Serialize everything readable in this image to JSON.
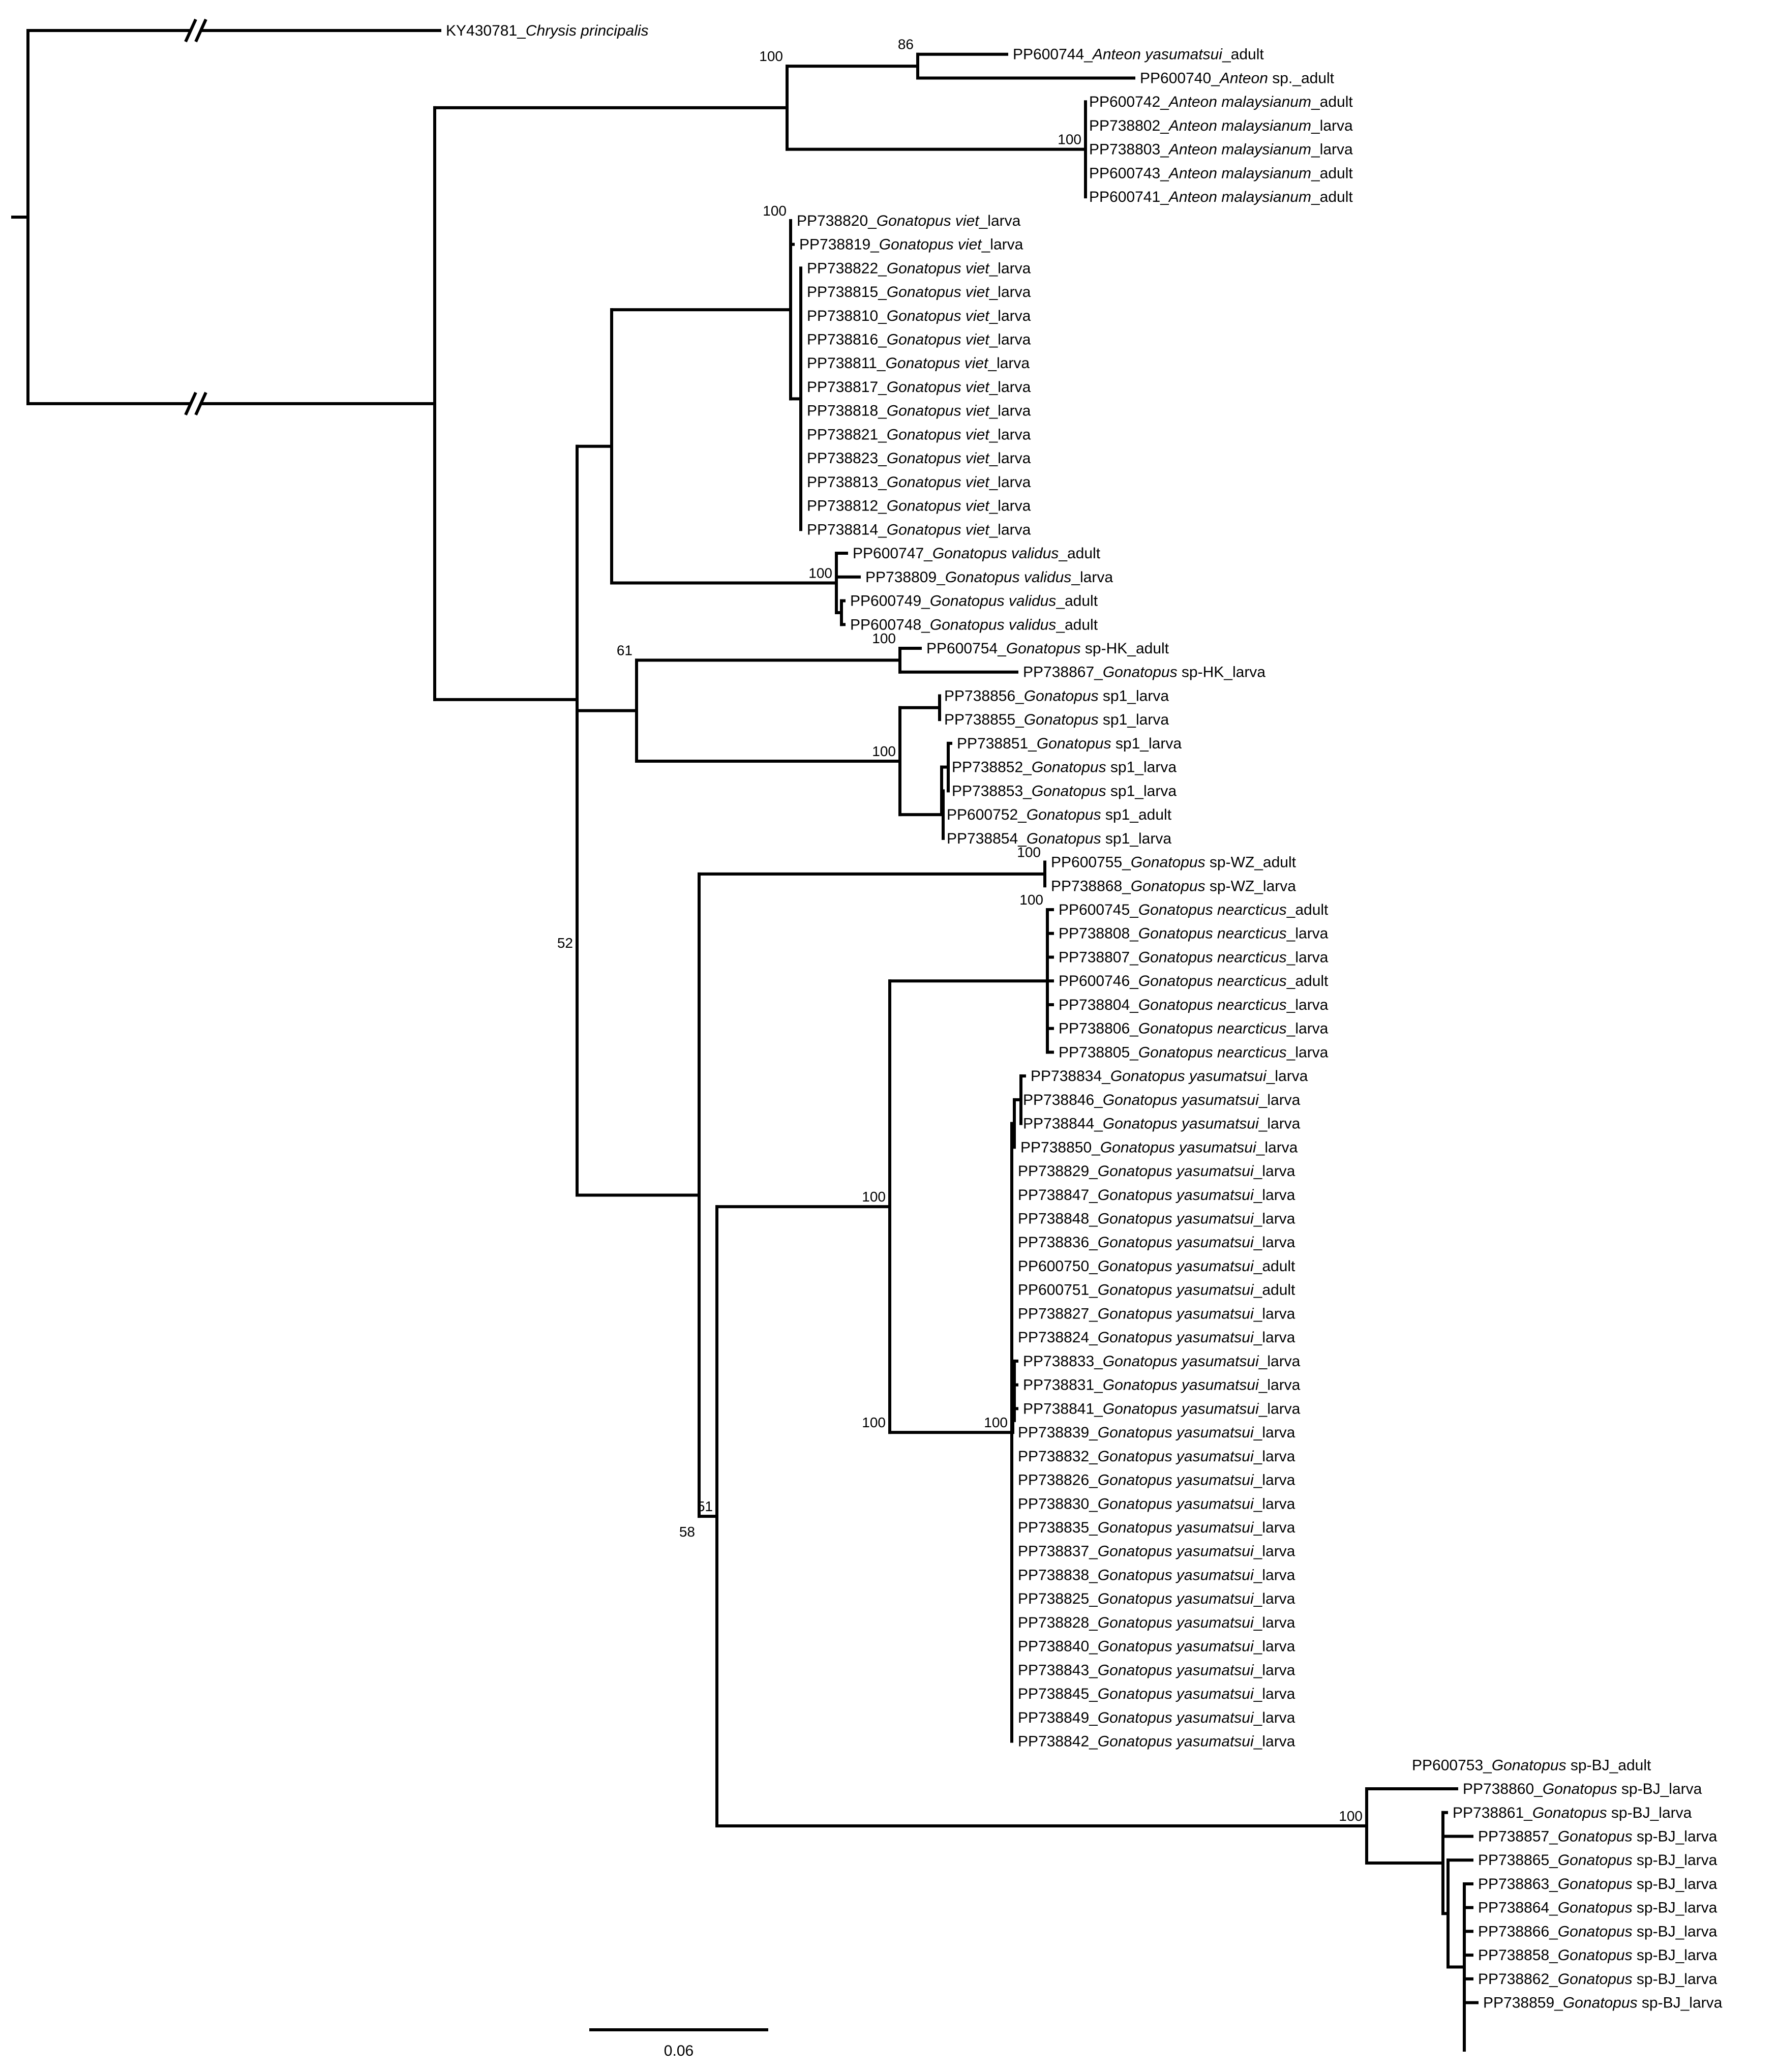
{
  "figure": {
    "scale_bar_label": "0.06",
    "line_color": "#000000"
  },
  "leaves": [
    {
      "id": "KY430781",
      "genus": "Chrysis",
      "epithet": "principalis",
      "suffix": ""
    },
    {
      "id": "PP600744",
      "genus": "Anteon",
      "epithet": "yasumatsui",
      "suffix": "_adult"
    },
    {
      "id": "PP600740",
      "genus": "Anteon",
      "epithet": "",
      "suffix": " sp._adult"
    },
    {
      "id": "PP600742",
      "genus": "Anteon",
      "epithet": "malaysianum",
      "suffix": "_adult"
    },
    {
      "id": "PP738802",
      "genus": "Anteon",
      "epithet": "malaysianum",
      "suffix": "_larva"
    },
    {
      "id": "PP738803",
      "genus": "Anteon",
      "epithet": "malaysianum",
      "suffix": "_larva"
    },
    {
      "id": "PP600743",
      "genus": "Anteon",
      "epithet": "malaysianum",
      "suffix": "_adult"
    },
    {
      "id": "PP600741",
      "genus": "Anteon",
      "epithet": "malaysianum",
      "suffix": "_adult"
    },
    {
      "id": "PP738820",
      "genus": "Gonatopus",
      "epithet": "viet",
      "suffix": "_larva"
    },
    {
      "id": "PP738819",
      "genus": "Gonatopus",
      "epithet": "viet",
      "suffix": "_larva"
    },
    {
      "id": "PP738822",
      "genus": "Gonatopus",
      "epithet": "viet",
      "suffix": "_larva"
    },
    {
      "id": "PP738815",
      "genus": "Gonatopus",
      "epithet": "viet",
      "suffix": "_larva"
    },
    {
      "id": "PP738810",
      "genus": "Gonatopus",
      "epithet": "viet",
      "suffix": "_larva"
    },
    {
      "id": "PP738816",
      "genus": "Gonatopus",
      "epithet": "viet",
      "suffix": "_larva"
    },
    {
      "id": "PP738811",
      "genus": "Gonatopus",
      "epithet": "viet",
      "suffix": "_larva"
    },
    {
      "id": "PP738817",
      "genus": "Gonatopus",
      "epithet": "viet",
      "suffix": "_larva"
    },
    {
      "id": "PP738818",
      "genus": "Gonatopus",
      "epithet": "viet",
      "suffix": "_larva"
    },
    {
      "id": "PP738821",
      "genus": "Gonatopus",
      "epithet": "viet",
      "suffix": "_larva"
    },
    {
      "id": "PP738823",
      "genus": "Gonatopus",
      "epithet": "viet",
      "suffix": "_larva"
    },
    {
      "id": "PP738813",
      "genus": "Gonatopus",
      "epithet": "viet",
      "suffix": "_larva"
    },
    {
      "id": "PP738812",
      "genus": "Gonatopus",
      "epithet": "viet",
      "suffix": "_larva"
    },
    {
      "id": "PP738814",
      "genus": "Gonatopus",
      "epithet": "viet",
      "suffix": "_larva"
    },
    {
      "id": "PP600747",
      "genus": "Gonatopus",
      "epithet": "validus",
      "suffix": "_adult"
    },
    {
      "id": "PP738809",
      "genus": "Gonatopus",
      "epithet": "validus",
      "suffix": "_larva"
    },
    {
      "id": "PP600749",
      "genus": "Gonatopus",
      "epithet": "validus",
      "suffix": "_adult"
    },
    {
      "id": "PP600748",
      "genus": "Gonatopus",
      "epithet": "validus",
      "suffix": "_adult"
    },
    {
      "id": "PP600754",
      "genus": "Gonatopus",
      "epithet": "",
      "suffix": " sp-HK_adult"
    },
    {
      "id": "PP738867",
      "genus": "Gonatopus",
      "epithet": "",
      "suffix": " sp-HK_larva"
    },
    {
      "id": "PP738856",
      "genus": "Gonatopus",
      "epithet": "",
      "suffix": " sp1_larva"
    },
    {
      "id": "PP738855",
      "genus": "Gonatopus",
      "epithet": "",
      "suffix": " sp1_larva"
    },
    {
      "id": "PP738851",
      "genus": "Gonatopus",
      "epithet": "",
      "suffix": " sp1_larva"
    },
    {
      "id": "PP738852",
      "genus": "Gonatopus",
      "epithet": "",
      "suffix": " sp1_larva"
    },
    {
      "id": "PP738853",
      "genus": "Gonatopus",
      "epithet": "",
      "suffix": " sp1_larva"
    },
    {
      "id": "PP600752",
      "genus": "Gonatopus",
      "epithet": "",
      "suffix": " sp1_adult"
    },
    {
      "id": "PP738854",
      "genus": "Gonatopus",
      "epithet": "",
      "suffix": " sp1_larva"
    },
    {
      "id": "PP600755",
      "genus": "Gonatopus",
      "epithet": "",
      "suffix": " sp-WZ_adult"
    },
    {
      "id": "PP738868",
      "genus": "Gonatopus",
      "epithet": "",
      "suffix": " sp-WZ_larva"
    },
    {
      "id": "PP600745",
      "genus": "Gonatopus",
      "epithet": "nearcticus",
      "suffix": "_adult"
    },
    {
      "id": "PP738808",
      "genus": "Gonatopus",
      "epithet": "nearcticus",
      "suffix": "_larva"
    },
    {
      "id": "PP738807",
      "genus": "Gonatopus",
      "epithet": "nearcticus",
      "suffix": "_larva"
    },
    {
      "id": "PP600746",
      "genus": "Gonatopus",
      "epithet": "nearcticus",
      "suffix": "_adult"
    },
    {
      "id": "PP738804",
      "genus": "Gonatopus",
      "epithet": "nearcticus",
      "suffix": "_larva"
    },
    {
      "id": "PP738806",
      "genus": "Gonatopus",
      "epithet": "nearcticus",
      "suffix": "_larva"
    },
    {
      "id": "PP738805",
      "genus": "Gonatopus",
      "epithet": "nearcticus",
      "suffix": "_larva"
    },
    {
      "id": "PP738834",
      "genus": "Gonatopus",
      "epithet": "yasumatsui",
      "suffix": "_larva"
    },
    {
      "id": "PP738846",
      "genus": "Gonatopus",
      "epithet": "yasumatsui",
      "suffix": "_larva"
    },
    {
      "id": "PP738844",
      "genus": "Gonatopus",
      "epithet": "yasumatsui",
      "suffix": "_larva"
    },
    {
      "id": "PP738850",
      "genus": "Gonatopus",
      "epithet": "yasumatsui",
      "suffix": "_larva"
    },
    {
      "id": "PP738829",
      "genus": "Gonatopus",
      "epithet": "yasumatsui",
      "suffix": "_larva"
    },
    {
      "id": "PP738847",
      "genus": "Gonatopus",
      "epithet": "yasumatsui",
      "suffix": "_larva"
    },
    {
      "id": "PP738848",
      "genus": "Gonatopus",
      "epithet": "yasumatsui",
      "suffix": "_larva"
    },
    {
      "id": "PP738836",
      "genus": "Gonatopus",
      "epithet": "yasumatsui",
      "suffix": "_larva"
    },
    {
      "id": "PP600750",
      "genus": "Gonatopus",
      "epithet": "yasumatsui",
      "suffix": "_adult"
    },
    {
      "id": "PP600751",
      "genus": "Gonatopus",
      "epithet": "yasumatsui",
      "suffix": "_adult"
    },
    {
      "id": "PP738827",
      "genus": "Gonatopus",
      "epithet": "yasumatsui",
      "suffix": "_larva"
    },
    {
      "id": "PP738824",
      "genus": "Gonatopus",
      "epithet": "yasumatsui",
      "suffix": "_larva"
    },
    {
      "id": "PP738833",
      "genus": "Gonatopus",
      "epithet": "yasumatsui",
      "suffix": "_larva"
    },
    {
      "id": "PP738831",
      "genus": "Gonatopus",
      "epithet": "yasumatsui",
      "suffix": "_larva"
    },
    {
      "id": "PP738841",
      "genus": "Gonatopus",
      "epithet": "yasumatsui",
      "suffix": "_larva"
    },
    {
      "id": "PP738839",
      "genus": "Gonatopus",
      "epithet": "yasumatsui",
      "suffix": "_larva"
    },
    {
      "id": "PP738832",
      "genus": "Gonatopus",
      "epithet": "yasumatsui",
      "suffix": "_larva"
    },
    {
      "id": "PP738826",
      "genus": "Gonatopus",
      "epithet": "yasumatsui",
      "suffix": "_larva"
    },
    {
      "id": "PP738830",
      "genus": "Gonatopus",
      "epithet": "yasumatsui",
      "suffix": "_larva"
    },
    {
      "id": "PP738835",
      "genus": "Gonatopus",
      "epithet": "yasumatsui",
      "suffix": "_larva"
    },
    {
      "id": "PP738837",
      "genus": "Gonatopus",
      "epithet": "yasumatsui",
      "suffix": "_larva"
    },
    {
      "id": "PP738838",
      "genus": "Gonatopus",
      "epithet": "yasumatsui",
      "suffix": "_larva"
    },
    {
      "id": "PP738825",
      "genus": "Gonatopus",
      "epithet": "yasumatsui",
      "suffix": "_larva"
    },
    {
      "id": "PP738828",
      "genus": "Gonatopus",
      "epithet": "yasumatsui",
      "suffix": "_larva"
    },
    {
      "id": "PP738840",
      "genus": "Gonatopus",
      "epithet": "yasumatsui",
      "suffix": "_larva"
    },
    {
      "id": "PP738843",
      "genus": "Gonatopus",
      "epithet": "yasumatsui",
      "suffix": "_larva"
    },
    {
      "id": "PP738845",
      "genus": "Gonatopus",
      "epithet": "yasumatsui",
      "suffix": "_larva"
    },
    {
      "id": "PP738849",
      "genus": "Gonatopus",
      "epithet": "yasumatsui",
      "suffix": "_larva"
    },
    {
      "id": "PP738842",
      "genus": "Gonatopus",
      "epithet": "yasumatsui",
      "suffix": "_larva"
    },
    {
      "id": "PP600753",
      "genus": "Gonatopus",
      "epithet": "",
      "suffix": " sp-BJ_adult"
    },
    {
      "id": "PP738860",
      "genus": "Gonatopus",
      "epithet": "",
      "suffix": " sp-BJ_larva"
    },
    {
      "id": "PP738861",
      "genus": "Gonatopus",
      "epithet": "",
      "suffix": " sp-BJ_larva"
    },
    {
      "id": "PP738857",
      "genus": "Gonatopus",
      "epithet": "",
      "suffix": " sp-BJ_larva"
    },
    {
      "id": "PP738865",
      "genus": "Gonatopus",
      "epithet": "",
      "suffix": " sp-BJ_larva"
    },
    {
      "id": "PP738863",
      "genus": "Gonatopus",
      "epithet": "",
      "suffix": " sp-BJ_larva"
    },
    {
      "id": "PP738864",
      "genus": "Gonatopus",
      "epithet": "",
      "suffix": " sp-BJ_larva"
    },
    {
      "id": "PP738866",
      "genus": "Gonatopus",
      "epithet": "",
      "suffix": " sp-BJ_larva"
    },
    {
      "id": "PP738858",
      "genus": "Gonatopus",
      "epithet": "",
      "suffix": " sp-BJ_larva"
    },
    {
      "id": "PP738862",
      "genus": "Gonatopus",
      "epithet": "",
      "suffix": " sp-BJ_larva"
    },
    {
      "id": "PP738859",
      "genus": "Gonatopus",
      "epithet": "",
      "suffix": " sp-BJ_larva"
    }
  ],
  "support_values": [
    "86",
    "100",
    "100",
    "100",
    "100",
    "100",
    "61",
    "100",
    "100",
    "100",
    "100",
    "100",
    "52",
    "51",
    "58",
    "100",
    "100"
  ]
}
